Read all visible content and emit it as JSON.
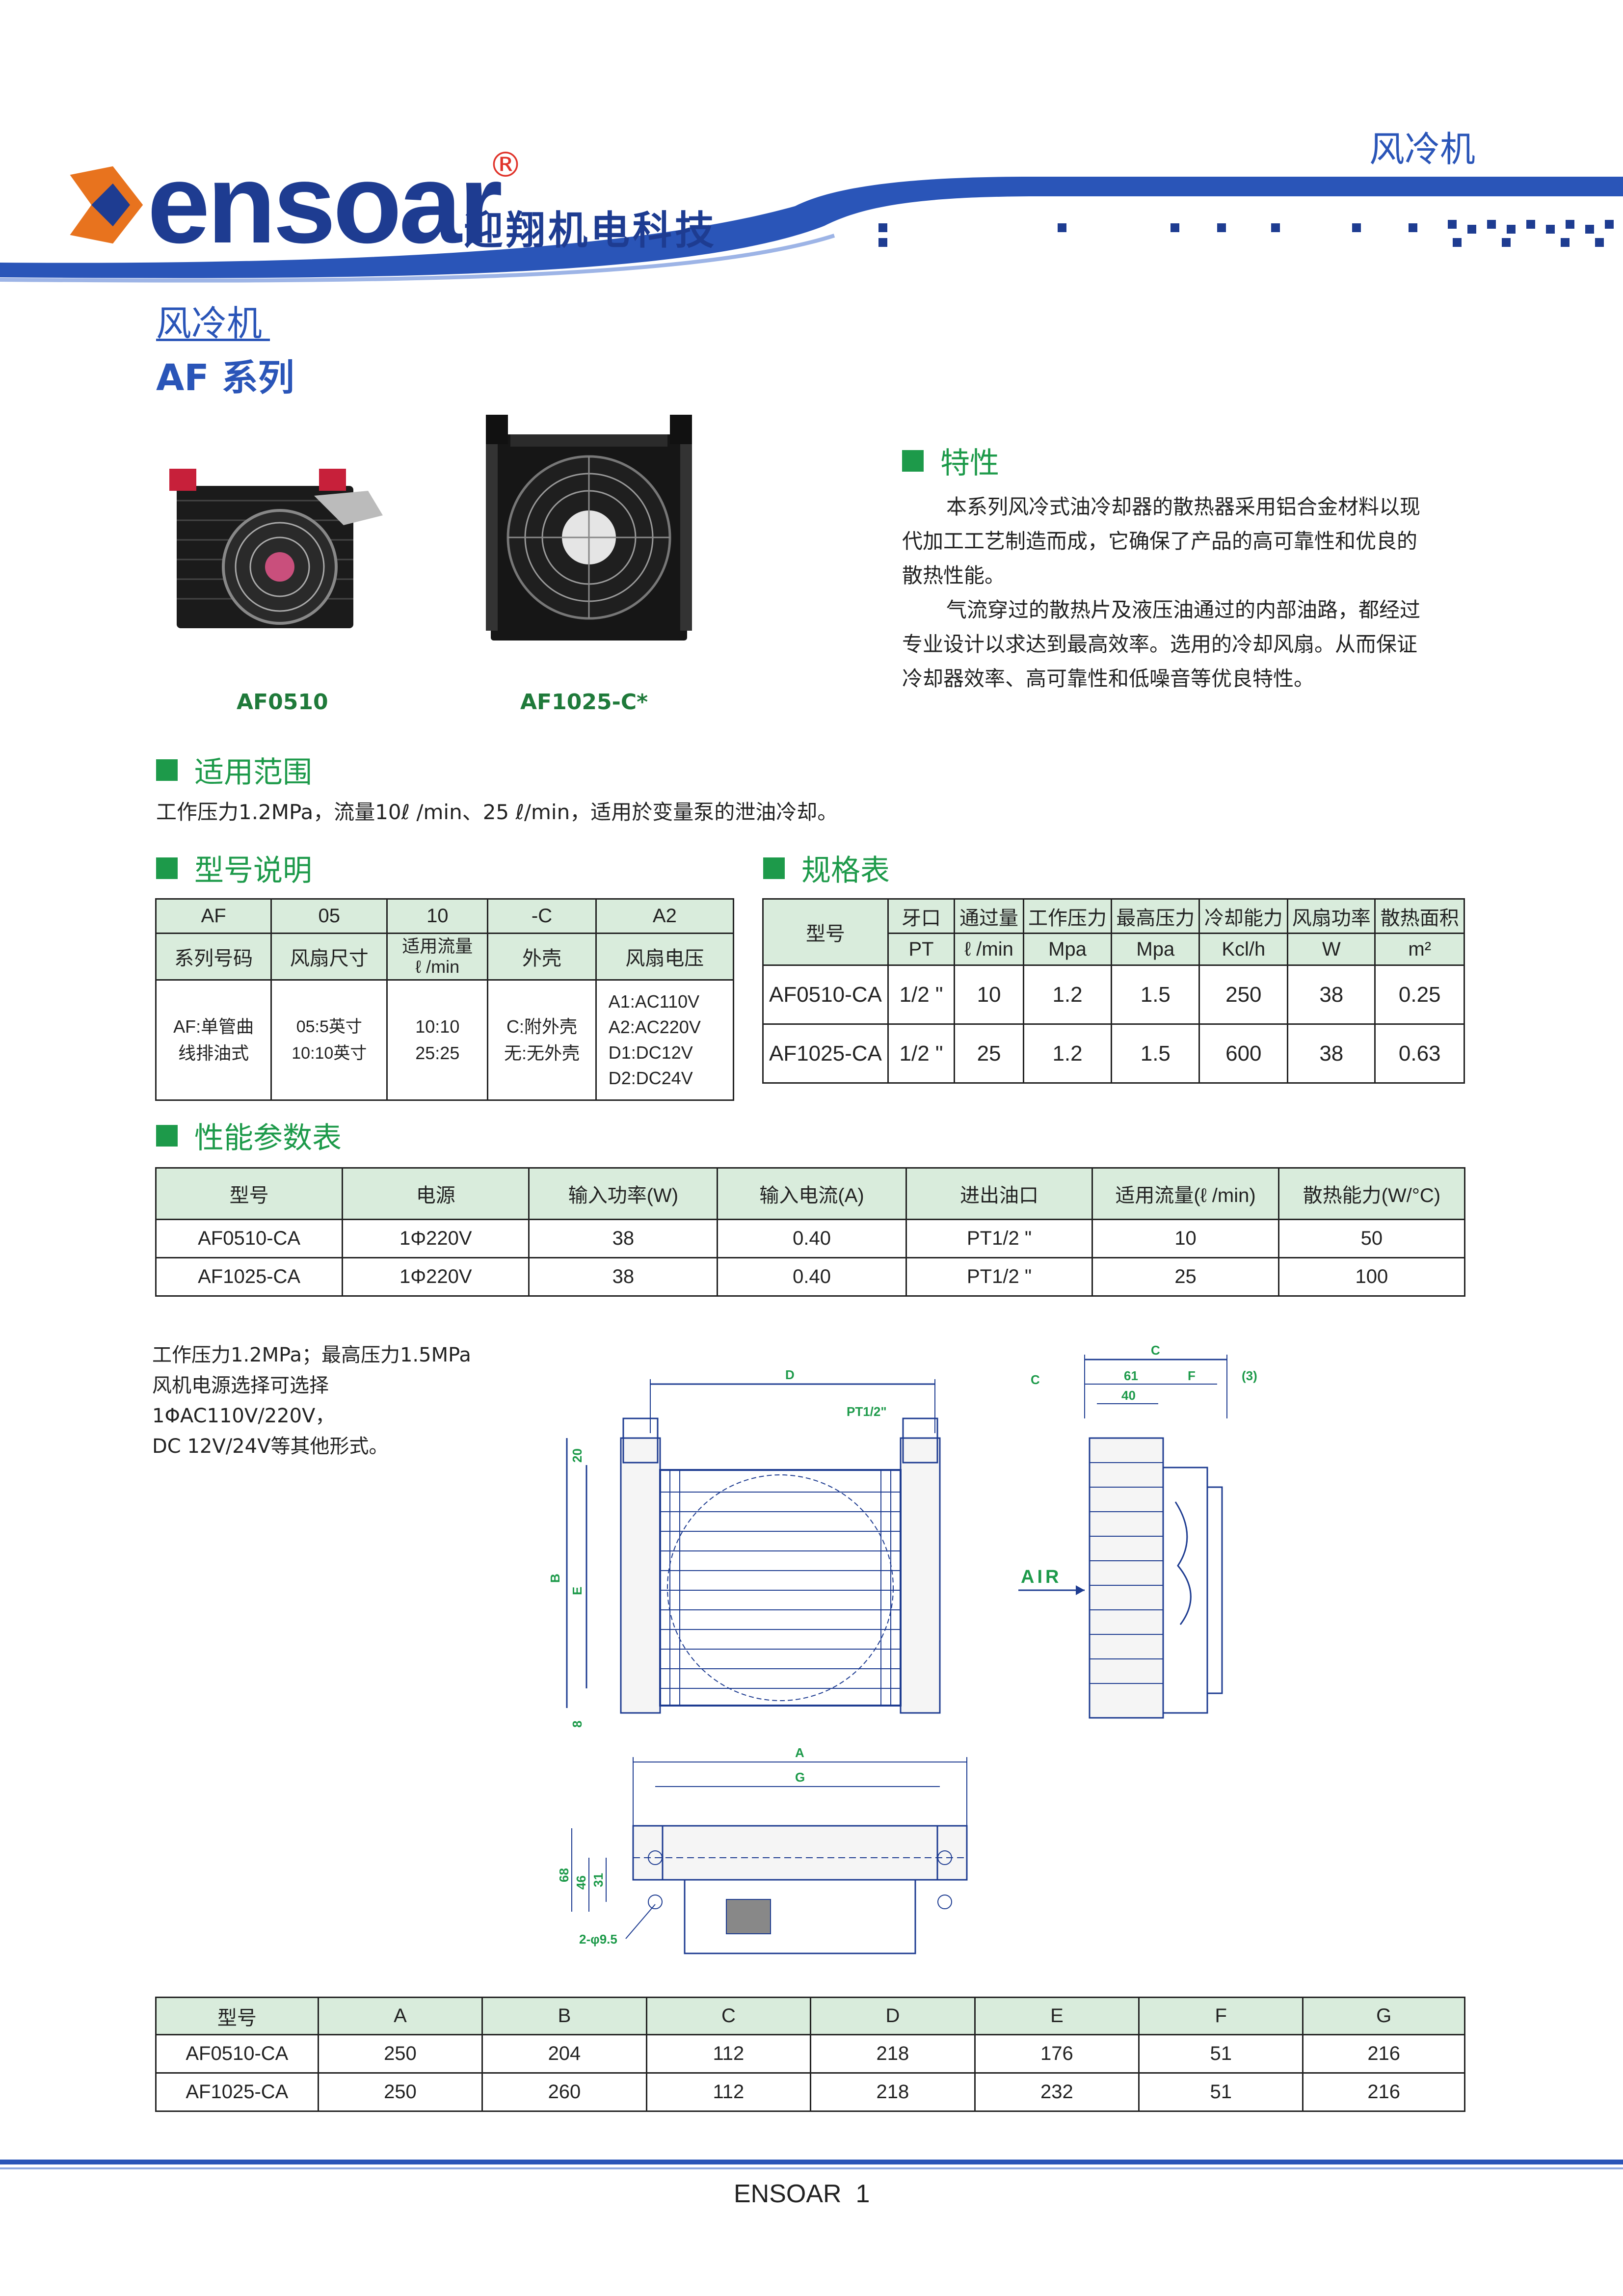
{
  "header": {
    "brand": "ensoar",
    "brand_cn": "迎翔机电科技",
    "reg_mark": "®",
    "tag": "风冷机"
  },
  "title": {
    "cn": "风冷机",
    "series": "AF 系列"
  },
  "products": [
    {
      "label": "AF0510"
    },
    {
      "label": "AF1025-C*"
    }
  ],
  "features": {
    "heading": "特性",
    "paragraphs": [
      [
        "本系列风冷式油冷却器的散热器采用铝合金材料以现",
        "代加工工艺制造而成，它确保了产品的高可靠性和优良的",
        "散热性能。"
      ],
      [
        "气流穿过的散热片及液压油通过的内部油路，都经过",
        "专业设计以求达到最高效率。选用的冷却风扇。从而保证",
        "冷却器效率、高可靠性和低噪音等优良特性。"
      ]
    ]
  },
  "scope": {
    "heading": "适用范围",
    "text": "工作压力1.2MPa，流量10ℓ /min、25 ℓ/min，适用於变量泵的泄油冷却。"
  },
  "model_desc": {
    "heading": "型号说明",
    "codes": [
      "AF",
      "05",
      "10",
      "-C",
      "A2"
    ],
    "names": [
      "系列号码",
      "风扇尺寸",
      "适用流量\nℓ /min",
      "外壳",
      "风扇电压"
    ],
    "details": [
      "AF:单管曲\n线排油式",
      "05:5英寸\n10:10英寸",
      "10:10\n25:25",
      "C:附外壳\n无:无外壳",
      "A1:AC110V\nA2:AC220V\nD1:DC12V\nD2:DC24V"
    ]
  },
  "spec": {
    "heading": "规格表",
    "header_top": [
      "型号",
      "牙口",
      "通过量",
      "工作压力",
      "最高压力",
      "冷却能力",
      "风扇功率",
      "散热面积"
    ],
    "header_bottom": [
      "",
      "PT",
      "ℓ /min",
      "Mpa",
      "Mpa",
      "Kcl/h",
      "W",
      "m²"
    ],
    "rows": [
      [
        "AF0510-CA",
        "1/2 \"",
        "10",
        "1.2",
        "1.5",
        "250",
        "38",
        "0.25"
      ],
      [
        "AF1025-CA",
        "1/2 \"",
        "25",
        "1.2",
        "1.5",
        "600",
        "38",
        "0.63"
      ]
    ]
  },
  "perf": {
    "heading": "性能参数表",
    "headers": [
      "型号",
      "电源",
      "输入功率(W)",
      "输入电流(A)",
      "进出油口",
      "适用流量(ℓ /min)",
      "散热能力(W/°C)"
    ],
    "rows": [
      [
        "AF0510-CA",
        "1Φ220V",
        "38",
        "0.40",
        "PT1/2 \"",
        "10",
        "50"
      ],
      [
        "AF1025-CA",
        "1Φ220V",
        "38",
        "0.40",
        "PT1/2 \"",
        "25",
        "100"
      ]
    ]
  },
  "notes": [
    "工作压力1.2MPa；最高压力1.5MPa",
    "风机电源选择可选择",
    "1ΦAC110V/220V，",
    "DC 12V/24V等其他形式。"
  ],
  "drawing": {
    "labels": {
      "D": "D",
      "PT": "PT1/2\"",
      "B": "B",
      "E": "E",
      "top20": "20",
      "bot8": "8",
      "C": "C",
      "C2": "C",
      "d61": "61",
      "F": "F",
      "d3": "(3)",
      "d40": "40",
      "air": "AIR",
      "A": "A",
      "G": "G",
      "d68": "68",
      "d46": "46",
      "d31": "31",
      "hole": "2-φ9.5"
    }
  },
  "dims": {
    "headers": [
      "型号",
      "A",
      "B",
      "C",
      "D",
      "E",
      "F",
      "G"
    ],
    "rows": [
      [
        "AF0510-CA",
        "250",
        "204",
        "112",
        "218",
        "176",
        "51",
        "216"
      ],
      [
        "AF1025-CA",
        "250",
        "260",
        "112",
        "218",
        "232",
        "51",
        "216"
      ]
    ]
  },
  "footer": {
    "text": "ENSOAR  1"
  },
  "colors": {
    "brand_blue": "#1e3c91",
    "accent_green": "#1d9a4a",
    "header_green": "#d9ecdc",
    "logo_orange": "#e8731e"
  }
}
